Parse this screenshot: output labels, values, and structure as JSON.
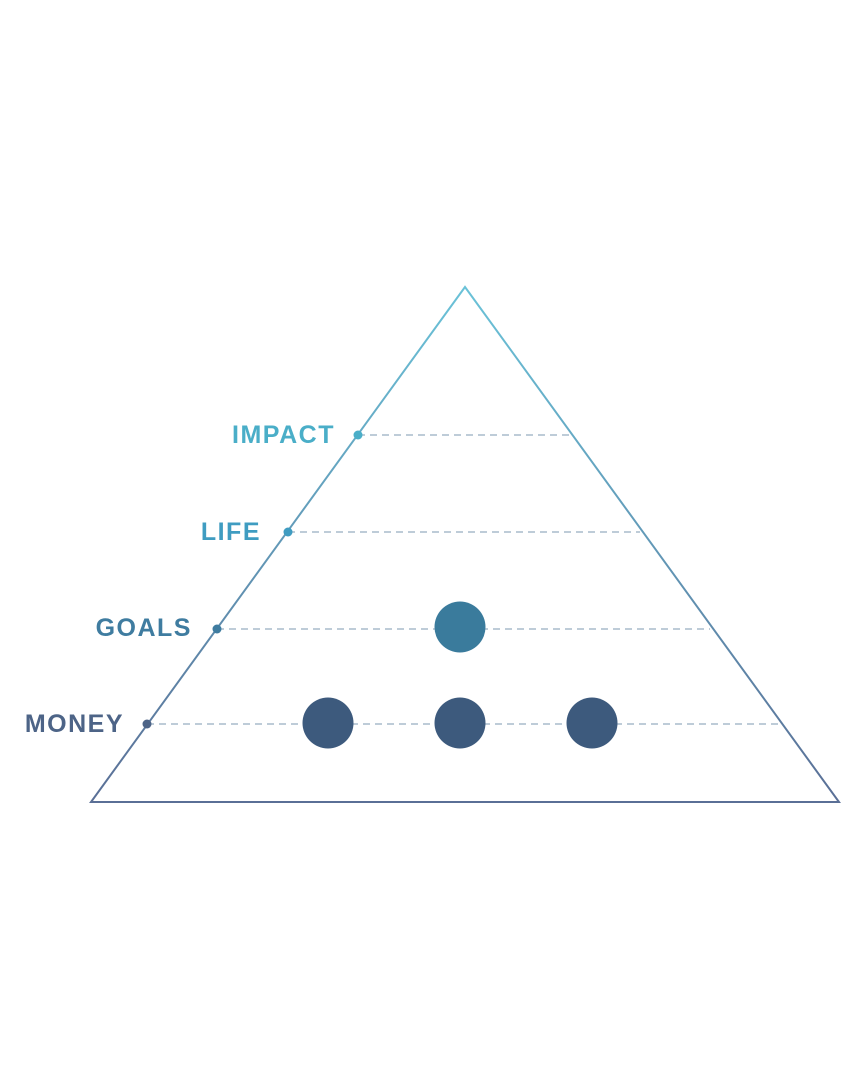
{
  "levels": [
    {
      "id": "impact",
      "label": "IMPACT",
      "color": "#4aaec8",
      "node_count": 0
    },
    {
      "id": "life",
      "label": "LIFE",
      "color": "#3f9cc1",
      "node_count": 0
    },
    {
      "id": "goals",
      "label": "GOALS",
      "color": "#3f7ca0",
      "node_count": 1
    },
    {
      "id": "money",
      "label": "MONEY",
      "color": "#4d6487",
      "node_count": 3
    }
  ],
  "colors": {
    "apex": "#6ac2d8",
    "base": "#5a6f96",
    "dash": "#a9bccb",
    "node_goals": "#3a7b9c",
    "node_money": "#3d5a7d"
  }
}
